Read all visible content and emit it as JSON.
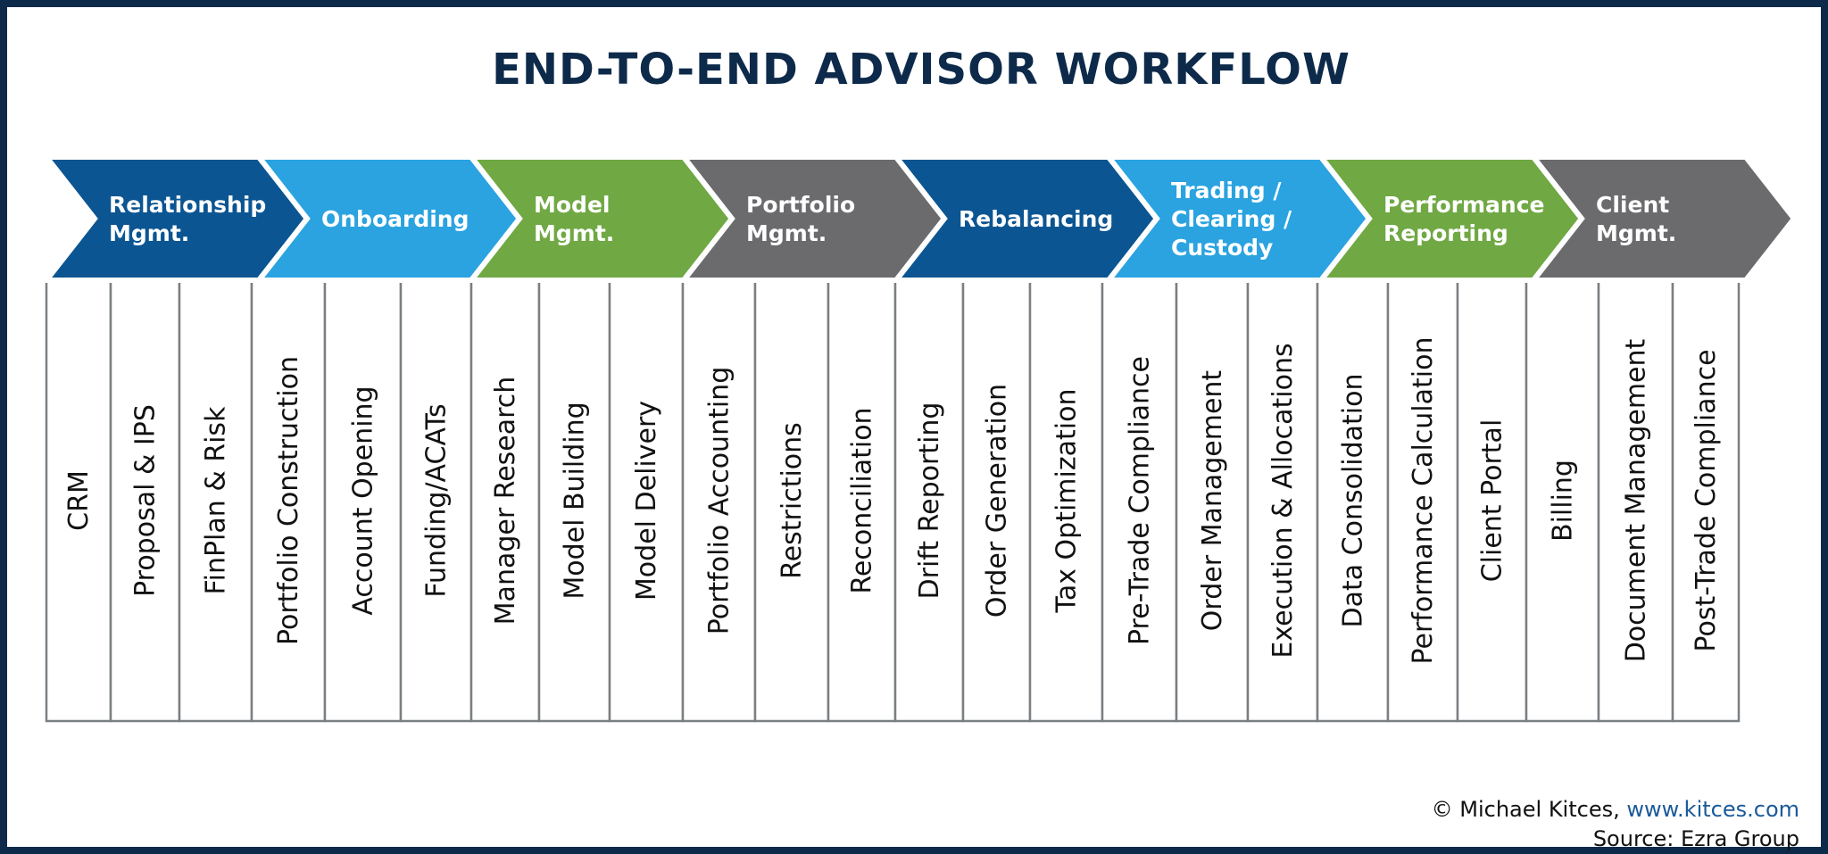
{
  "title": "END-TO-END ADVISOR WORKFLOW",
  "colors": {
    "frame": "#0d2a4a",
    "navy_blue": "#0b5592",
    "light_blue": "#2aa3e0",
    "green": "#70a844",
    "gray": "#6b6b6e",
    "column_border": "#7a7f82"
  },
  "stages": [
    {
      "lines": [
        "Relationship",
        "Mgmt."
      ],
      "color": "#0b5592",
      "tasks": [
        "CRM",
        "Proposal & IPS",
        "FinPlan & Risk"
      ]
    },
    {
      "lines": [
        "Onboarding"
      ],
      "color": "#2aa3e0",
      "tasks": [
        "Portfolio Construction",
        "Account Opening",
        "Funding/ACATs"
      ]
    },
    {
      "lines": [
        "Model",
        "Mgmt."
      ],
      "color": "#70a844",
      "tasks": [
        "Manager Research",
        "Model Building",
        "Model Delivery"
      ]
    },
    {
      "lines": [
        "Portfolio",
        "Mgmt."
      ],
      "color": "#6b6b6e",
      "tasks": [
        "Portfolio Accounting",
        "Restrictions",
        "Reconciliation"
      ]
    },
    {
      "lines": [
        "Rebalancing"
      ],
      "color": "#0b5592",
      "tasks": [
        "Drift Reporting",
        "Order Generation",
        "Tax Optimization"
      ]
    },
    {
      "lines": [
        "Trading /",
        "Clearing /",
        "Custody"
      ],
      "color": "#2aa3e0",
      "tasks": [
        "Pre-Trade Compliance",
        "Order Management",
        "Execution & Allocations"
      ]
    },
    {
      "lines": [
        "Performance",
        "Reporting"
      ],
      "color": "#70a844",
      "tasks": [
        "Data Consolidation",
        "Performance Calculation",
        "Client Portal"
      ]
    },
    {
      "lines": [
        "Client",
        "Mgmt."
      ],
      "color": "#6b6b6e",
      "tasks": [
        "Billing",
        "Document Management",
        "Post-Trade Compliance"
      ]
    }
  ],
  "footer": {
    "copyright": "© Michael Kitces, ",
    "url": "www.kitces.com",
    "source": "Source: Ezra Group"
  }
}
